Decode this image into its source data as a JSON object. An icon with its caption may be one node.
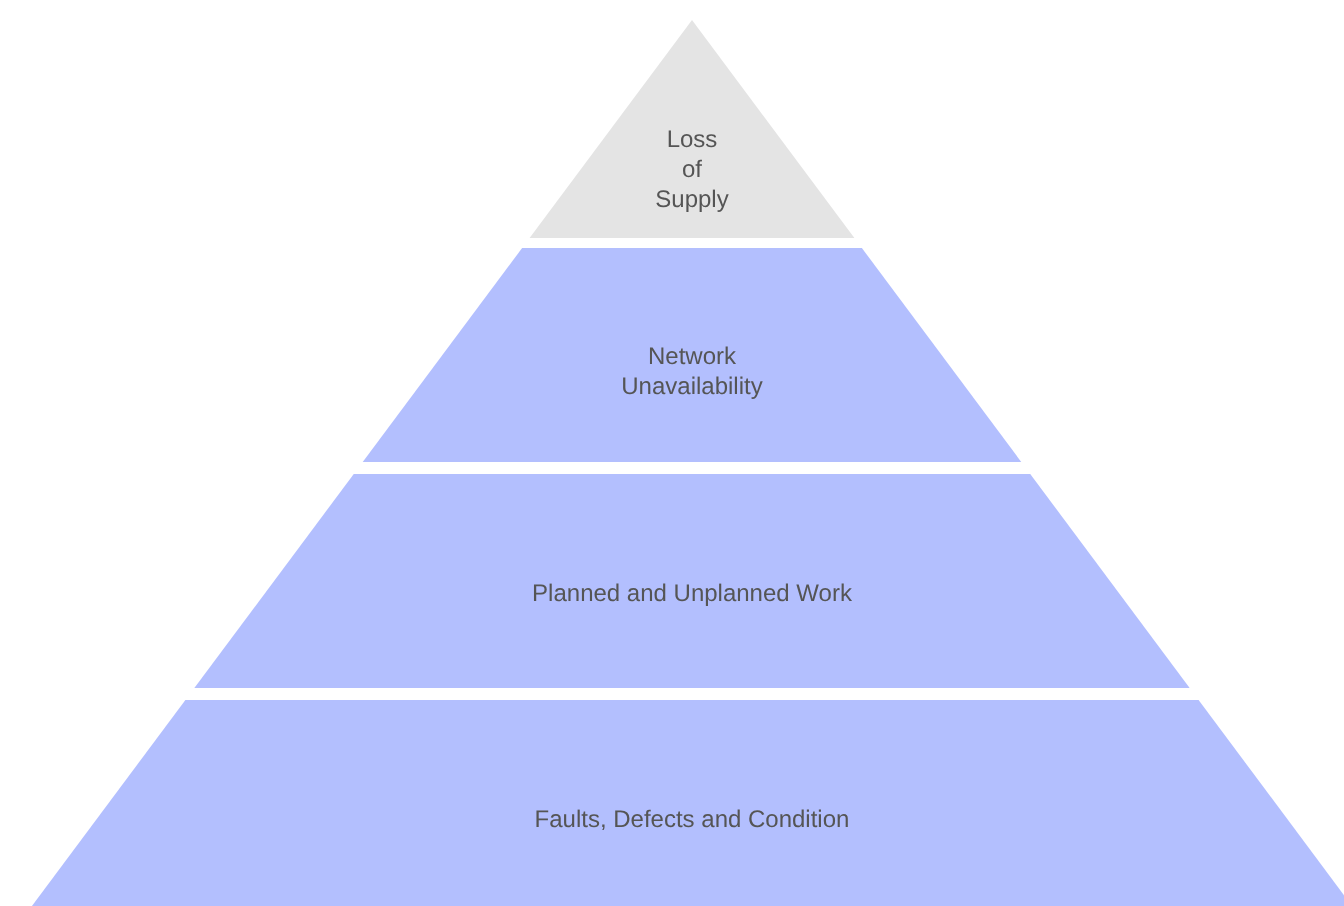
{
  "diagram": {
    "nodes": [
      {
        "text": [
          "Loss of Supply"
        ]
      },
      {
        "text": [
          "Network Unavailability"
        ]
      },
      {
        "text": [
          "Planned and Unplanned Work"
        ]
      },
      {
        "text": [
          "Faults, Defects and Condition"
        ]
      }
    ]
  }
}
